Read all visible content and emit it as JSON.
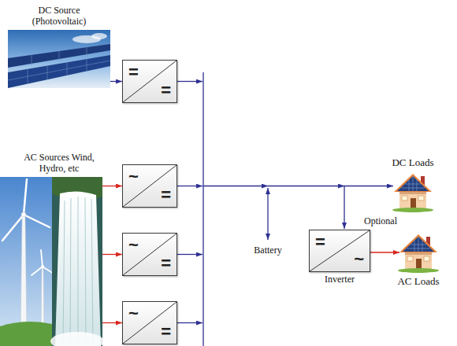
{
  "diagram": {
    "nodes": [
      {
        "text": [
          "DC Source (Photovoltaic)"
        ]
      },
      {
        "text": [
          "=",
          "="
        ]
      },
      {
        "text": [
          "AC Sources Wind, Hydro, etc"
        ]
      },
      {
        "text": [
          "~",
          "="
        ]
      },
      {
        "text": [
          "~",
          "="
        ]
      },
      {
        "text": [
          "~",
          "="
        ]
      },
      {
        "text": [
          "DC Loads"
        ]
      },
      {
        "text": [
          "=",
          "~",
          "Inverter"
        ]
      },
      {
        "text": [
          "AC Loads"
        ]
      }
    ],
    "edges": [
      {
        "from": 0,
        "to": 1,
        "arrow": "to"
      },
      {
        "from": 2,
        "to": 3,
        "arrow": "to"
      },
      {
        "from": 2,
        "to": 4,
        "arrow": "to"
      },
      {
        "from": 2,
        "to": 5,
        "arrow": "to"
      },
      {
        "from": 7,
        "to": 8,
        "arrow": "to"
      }
    ],
    "labels": [
      "Battery",
      "Optional"
    ]
  }
}
